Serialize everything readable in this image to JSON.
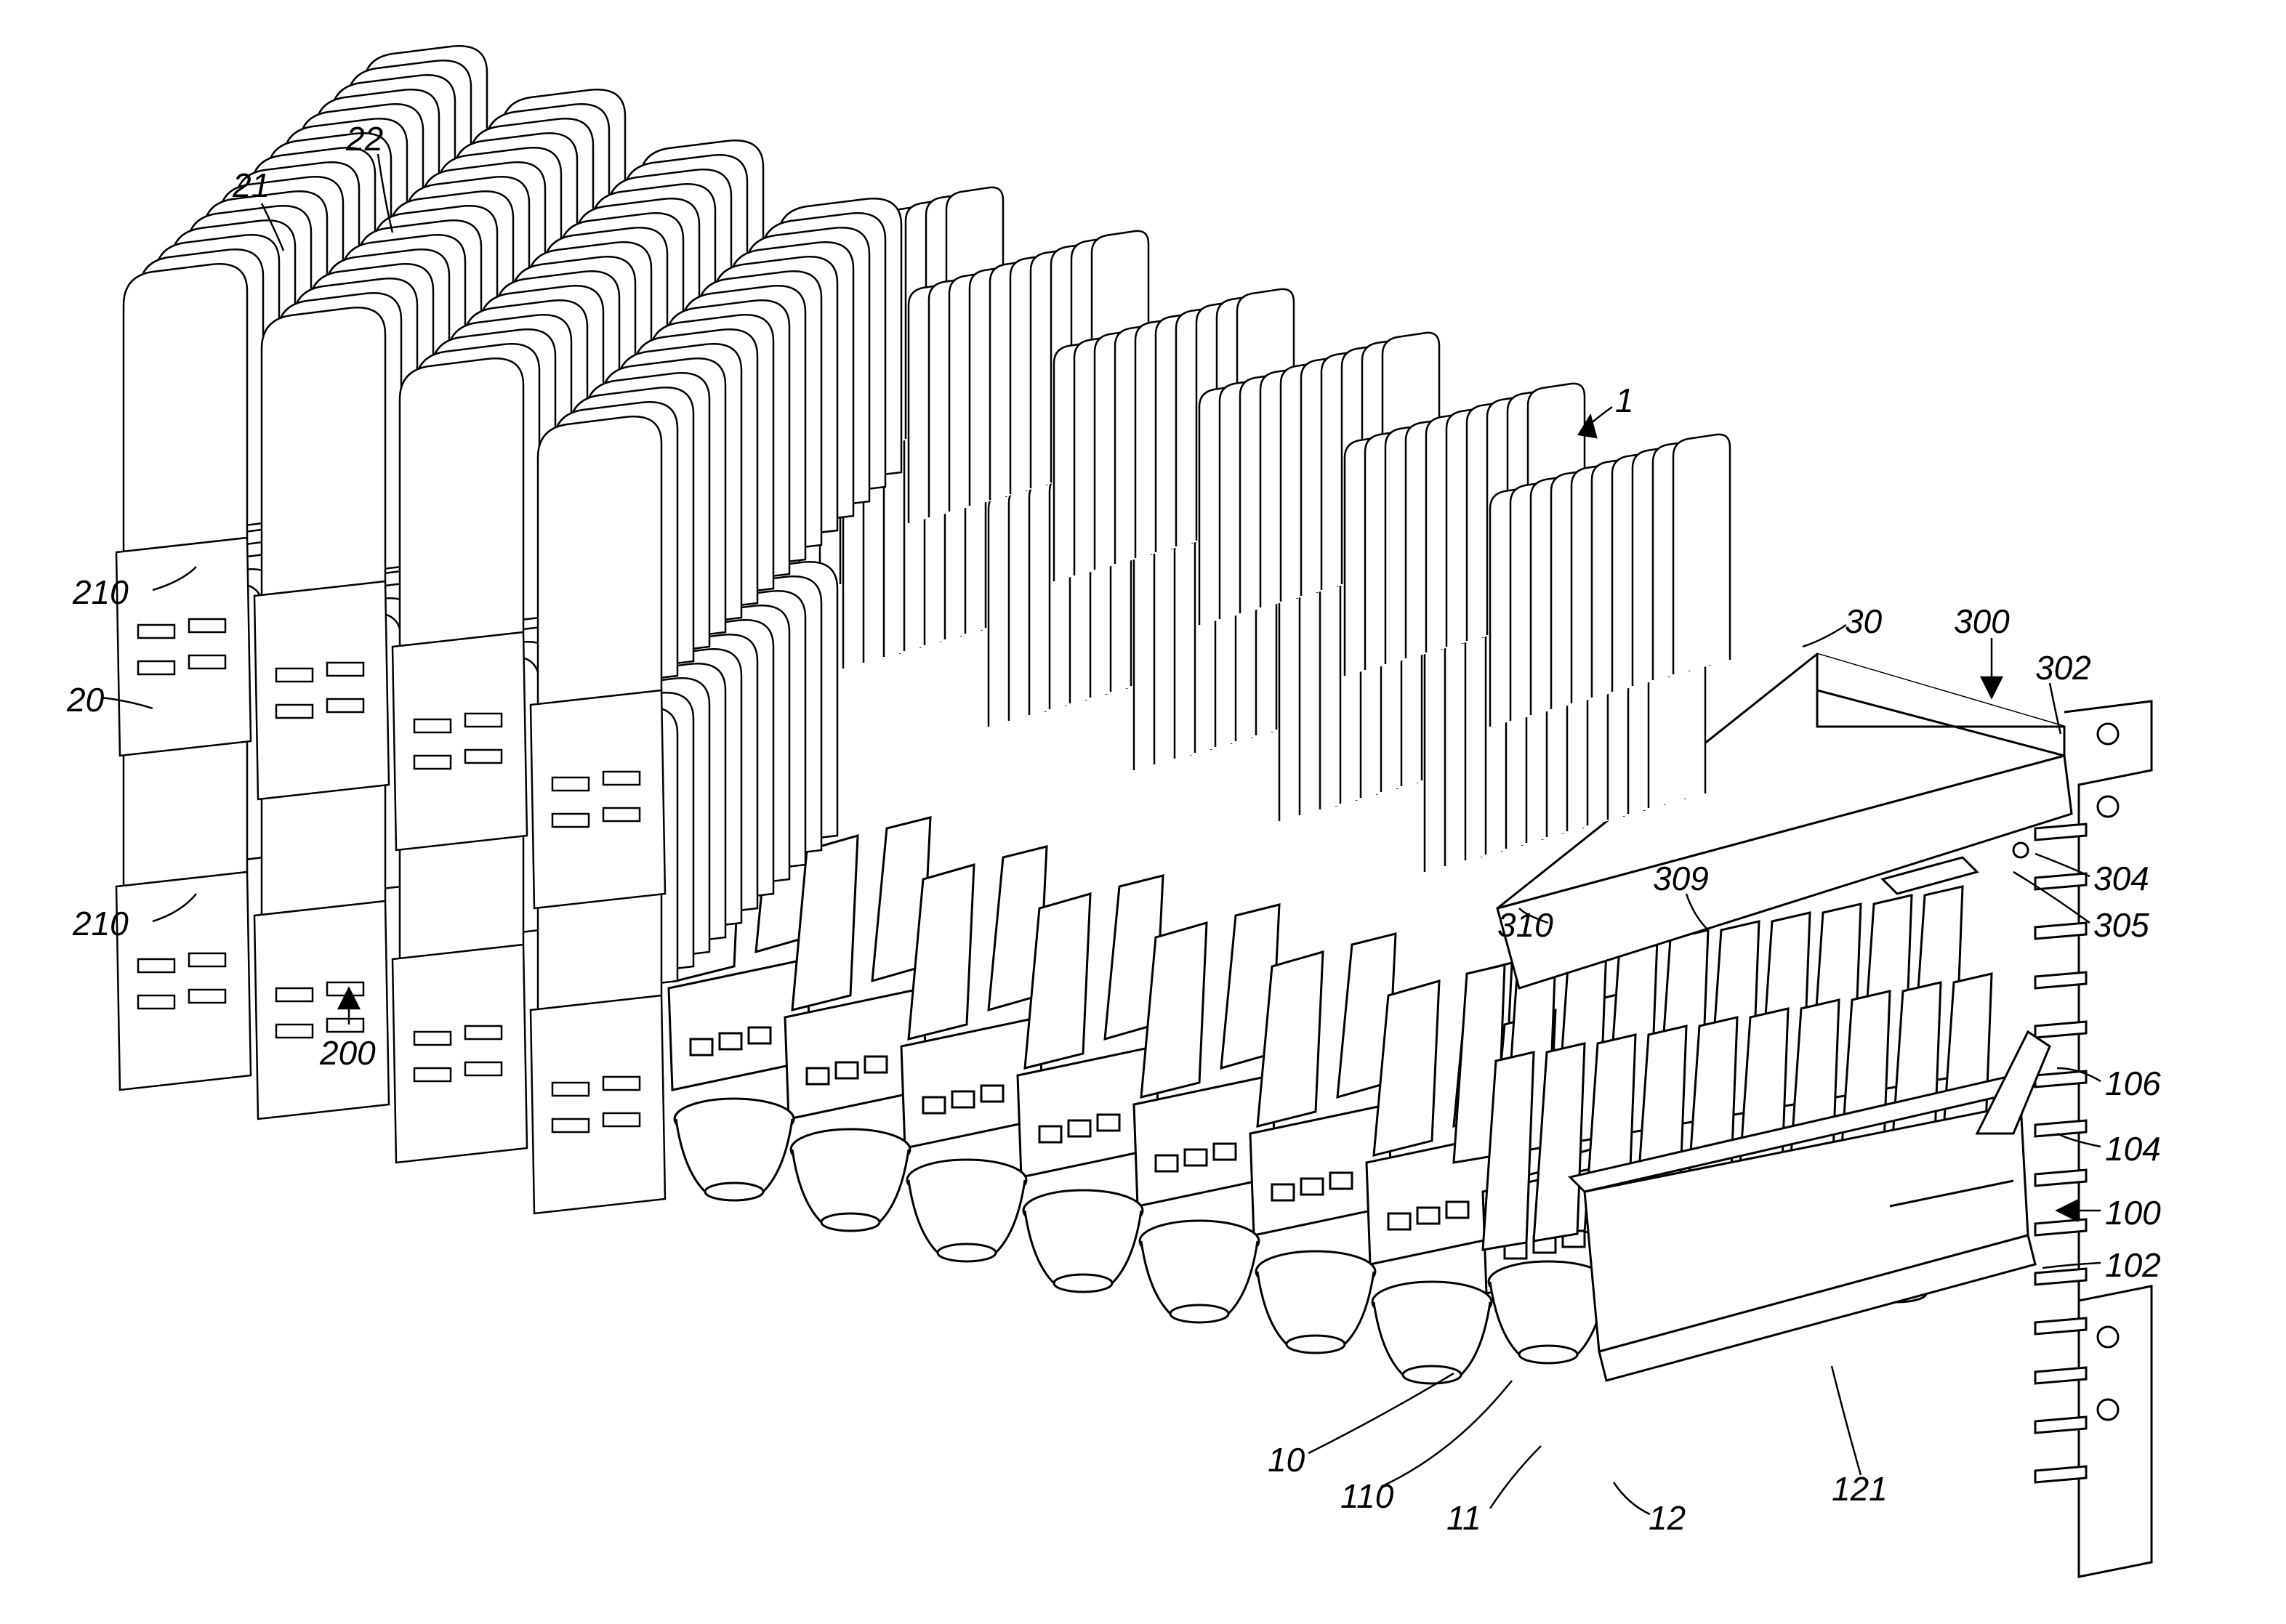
{
  "figure": {
    "reference_numerals": [
      {
        "id": "1",
        "text": "1"
      },
      {
        "id": "21",
        "text": "21"
      },
      {
        "id": "22",
        "text": "22"
      },
      {
        "id": "20",
        "text": "20"
      },
      {
        "id": "210a",
        "text": "210"
      },
      {
        "id": "210b",
        "text": "210"
      },
      {
        "id": "200",
        "text": "200"
      },
      {
        "id": "30",
        "text": "30"
      },
      {
        "id": "300",
        "text": "300"
      },
      {
        "id": "302",
        "text": "302"
      },
      {
        "id": "304",
        "text": "304"
      },
      {
        "id": "305",
        "text": "305"
      },
      {
        "id": "309",
        "text": "309"
      },
      {
        "id": "310",
        "text": "310"
      },
      {
        "id": "106",
        "text": "106"
      },
      {
        "id": "104",
        "text": "104"
      },
      {
        "id": "100",
        "text": "100"
      },
      {
        "id": "102",
        "text": "102"
      },
      {
        "id": "10",
        "text": "10"
      },
      {
        "id": "110",
        "text": "110"
      },
      {
        "id": "11",
        "text": "11"
      },
      {
        "id": "12",
        "text": "12"
      },
      {
        "id": "121",
        "text": "121"
      }
    ]
  }
}
